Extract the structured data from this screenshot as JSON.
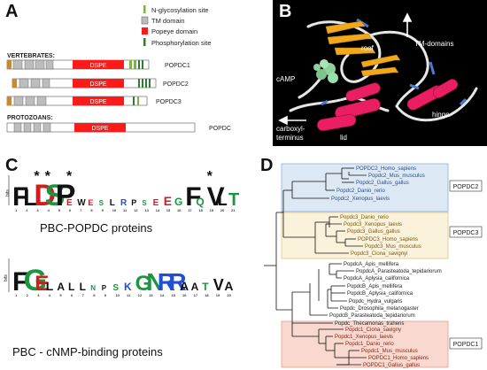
{
  "panelA": {
    "letter": "A",
    "legend": [
      {
        "label": "N-glycosylation site",
        "color": "#7cb342",
        "kind": "tick"
      },
      {
        "label": "TM domain",
        "color": "#bdbdbd",
        "kind": "box"
      },
      {
        "label": "Popeye domain",
        "color": "#ff1a1a",
        "kind": "box"
      },
      {
        "label": "Phosphorylation site",
        "color": "#2e7d32",
        "kind": "tick"
      }
    ],
    "vertebrates_label": "VERTEBRATES:",
    "protozoans_label": "PROTOZOANS:",
    "domain_label": "DSPE",
    "proteins": [
      {
        "name": "POPDC1"
      },
      {
        "name": "POPDC2"
      },
      {
        "name": "POPDC3"
      },
      {
        "name": "POPDC"
      }
    ]
  },
  "panelB": {
    "letter": "B",
    "labels": {
      "roof": "roof",
      "tm": "TM-domains",
      "camp": "cAMP",
      "hinge": "hinge",
      "carboxyl_1": "carboxyl-",
      "carboxyl_2": "terminus",
      "lid": "lid"
    }
  },
  "panelC": {
    "letter": "C",
    "logo1": {
      "caption": "PBC-POPDC proteins",
      "ylabel": "bits",
      "sequence": [
        "F",
        "L",
        "D",
        "S",
        "P",
        "E",
        "W",
        "E",
        "S",
        "L",
        "R",
        "P",
        "S",
        "E",
        "E",
        "G",
        "F",
        "Q",
        "V",
        "L",
        "T"
      ],
      "stars": [
        "*",
        "*",
        "*",
        "*"
      ]
    },
    "logo2": {
      "caption": "PBC - cNMP-binding proteins",
      "ylabel": "bits",
      "sequence": [
        "F",
        "G",
        "E",
        "L",
        "A",
        "L",
        "L",
        "N",
        "P",
        "S",
        "K",
        "G",
        "N",
        "R",
        "R",
        "A",
        "A",
        "T",
        "V",
        "A"
      ]
    }
  },
  "panelD": {
    "letter": "D",
    "group_labels": [
      "POPDC2",
      "POPDC3",
      "POPDC1"
    ],
    "leaves": [
      "POPDC2_Homo_sapiens",
      "Popdc2_Mus_musculus",
      "Popdc2_Gallus_gallus",
      "Popdc2_Danio_rerio",
      "Popdc2_Xenopus_laevis",
      "Popdc3_Danio_rerio",
      "Popdc3_Xenopus_laevis",
      "Popdc3_Gallus_gallus",
      "POPDC3_Homo_sapiens",
      "Popdc3_Mus_musculus",
      "Popdc3_Ciona_savignyi",
      "PopdcA_Apis_mellifera",
      "PopdcA_Parasteatoda_tepidariorum",
      "PopdcA_Aplysia_californica",
      "PopdcB_Apis_mellifera",
      "PopdcB_Aplysia_californica",
      "Popdc_Hydra_vulgaris",
      "Popdc_Drosophila_melanogaster",
      "PopdcB_Parasteatoda_tepidariorum",
      "Popdc_Thecamonas_trahens",
      "Popdc1_Ciona_savigny",
      "Popdc1_Xenopus_laevis",
      "Popdc1_Danio_rerio",
      "Popdc1_Mus_musculus",
      "POPDC1_Homo_sapiens",
      "POPDC1_Gallus_gallus"
    ],
    "colors": {
      "popdc2_box": "#dce8f4",
      "popdc3_box": "#fbf2dc",
      "popdc1_box": "#f8d8cf",
      "popdc2_text": "#2b4f8a",
      "popdc3_text": "#7a5a10",
      "popdc1_text": "#8b1e10"
    }
  }
}
